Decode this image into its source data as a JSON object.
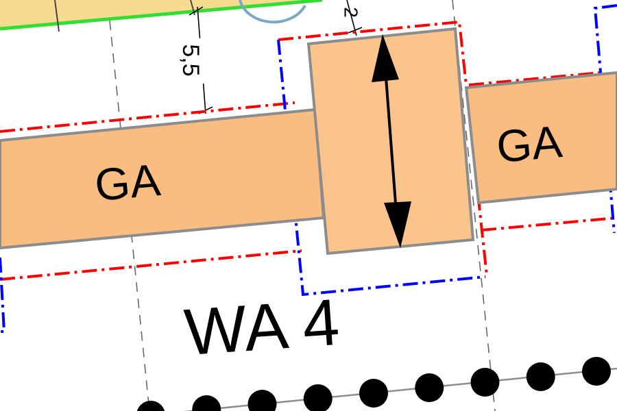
{
  "labels": {
    "dimension_large": "5,5",
    "dimension_small": "2",
    "zone_left": "GA",
    "zone_right": "GA",
    "district": "WA 4"
  },
  "colors": {
    "garage_fill": "#f9bd82",
    "building_fill": "#fbc48a",
    "outline_gray": "#8c8c8c",
    "boundary_red": "#ff0000",
    "boundary_blue": "#0000ff",
    "top_strip_fill": "#f7dc8f",
    "top_strip_edge": "#33dd33",
    "dash_gray": "#666666",
    "dot_black": "#000000",
    "circle_blue": "#7aa8c8"
  },
  "symbols": {
    "double_arrow": "double-headed-arrow-icon",
    "dot_row": "dotted-boundary-line",
    "circle_mark": "circle-marker-icon"
  }
}
